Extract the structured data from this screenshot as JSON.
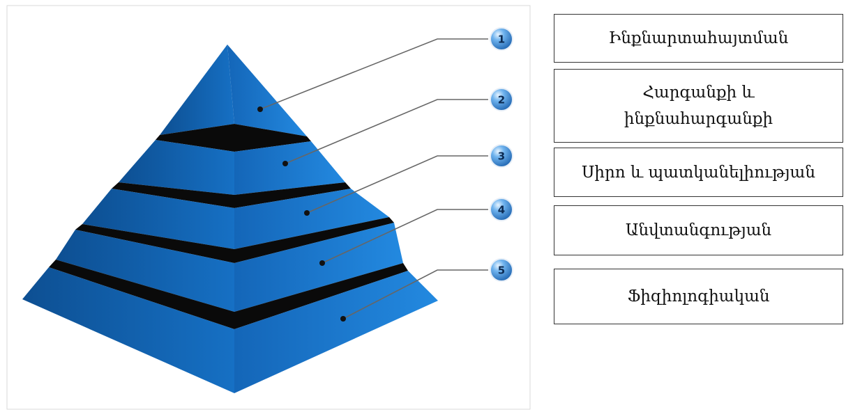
{
  "levels": [
    {
      "number": "1",
      "label": "Ինքնարտահայտման"
    },
    {
      "number": "2",
      "label": "Հարգանքի և\nինքնահարգանքի"
    },
    {
      "number": "3",
      "label": "Սիրո և պատկանելիության"
    },
    {
      "number": "4",
      "label": "Անվտանգության"
    },
    {
      "number": "5",
      "label": "Ֆիզիոլոգիական"
    }
  ],
  "colors": {
    "pyramid_front": "#1d7fd6",
    "pyramid_side": "#0f5ea9",
    "band_dark": "#0a0a0a",
    "bubble": "#3c8fdc"
  }
}
